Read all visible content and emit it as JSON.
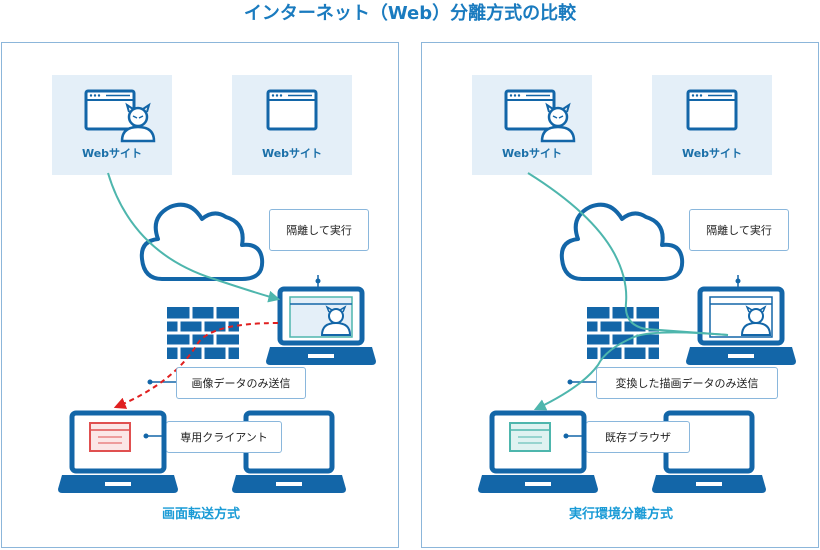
{
  "title": "インターネット（Web）分離方式の比較",
  "colors": {
    "title": "#1a7bbf",
    "device": "#1366a8",
    "site_box": "#e4eff8",
    "green_line": "#4eb6ad",
    "red_dash": "#e02020",
    "method_label": "#1a9bd6"
  },
  "left": {
    "method": "画面転送方式",
    "sites": [
      {
        "label": "Webサイト",
        "icon": "browser-window-with-hacker-icon"
      },
      {
        "label": "Webサイト",
        "icon": "browser-window-icon"
      }
    ],
    "isolate_label": "隔離して実行",
    "transfer_label": "画像データのみ送信",
    "client_label": "専用クライアント"
  },
  "right": {
    "method": "実行環境分離方式",
    "sites": [
      {
        "label": "Webサイト",
        "icon": "browser-window-with-hacker-icon"
      },
      {
        "label": "Webサイト",
        "icon": "browser-window-icon"
      }
    ],
    "isolate_label": "隔離して実行",
    "transfer_label": "変換した描画データのみ送信",
    "client_label": "既存ブラウザ"
  }
}
